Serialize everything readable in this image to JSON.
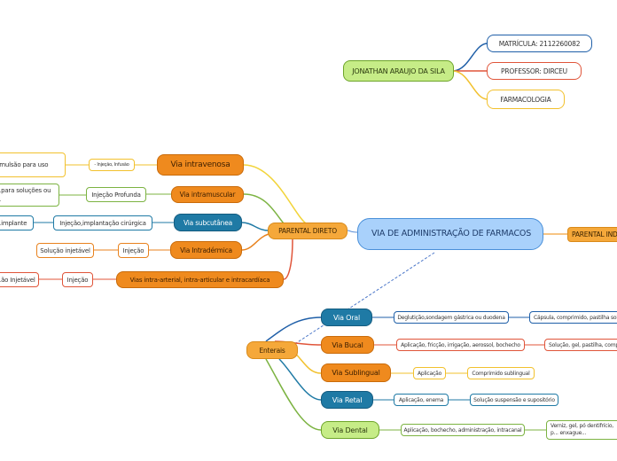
{
  "center": {
    "title": "VIA DE ADMINISTRAÇÃO DE FARMACOS"
  },
  "student": {
    "name": "JONATHAN ARAUJO DA SILA",
    "matricula": "MATRÍCULA: 2112260082",
    "professor": "PROFESSOR: DIRCEU",
    "course": "FARMACOLOGIA"
  },
  "parental_indireto": {
    "label": "PARENTAL INDIRETO"
  },
  "parental_direto": {
    "label": "PARENTAL DIRETO",
    "routes": [
      {
        "route": "Via intravenosa",
        "method": "- Injeção, Infusão",
        "form": "Emulsão para uso"
      },
      {
        "route": "Via intramuscular",
        "method": "Injeção Profunda",
        "form": "...para soluções ou ..."
      },
      {
        "route": "Via subcutânea",
        "method": "Injeção,implantação cirúrgica",
        "form": "...implante"
      },
      {
        "route": "Via Intradérmica",
        "method": "Injeção",
        "form": "Solução injetável"
      },
      {
        "route": "Vias intra-arterial, intra-articular e intracardíaca",
        "method": "Injeção",
        "form": "...ão Injetável"
      }
    ]
  },
  "enterais": {
    "label": "Enterais",
    "routes": [
      {
        "route": "Via Oral",
        "method": "Deglutição,sondagem gástrica ou duodena",
        "form": "Cápsula, comprimido, pastilha sol..."
      },
      {
        "route": "Via Bucal",
        "method": "Aplicação, fricção, irrigação, aerossol, bochecho",
        "form": "Solução, gel, pastilha, comp..."
      },
      {
        "route": "Via Sublingual",
        "method": "Aplicação",
        "form": "Comprimido sublingual"
      },
      {
        "route": "Via Retal",
        "method": "Aplicação, enema",
        "form": "Solução suspensão e supositório"
      },
      {
        "route": "Via Dental",
        "method": "Aplicação, bochecho, administração, intracanal",
        "form": "Verniz, gel, pó dentifrício, p... enxague..."
      }
    ]
  },
  "colors": {
    "center_fill": "#a9d1fb",
    "green_node": "#c6ec87",
    "orange_node": "#f5a83a",
    "teal_node": "#1f7aa5",
    "link_blue": "#1f5fa8",
    "link_red": "#e0553a",
    "link_yellow": "#f2c12e",
    "link_green": "#7cb342"
  }
}
